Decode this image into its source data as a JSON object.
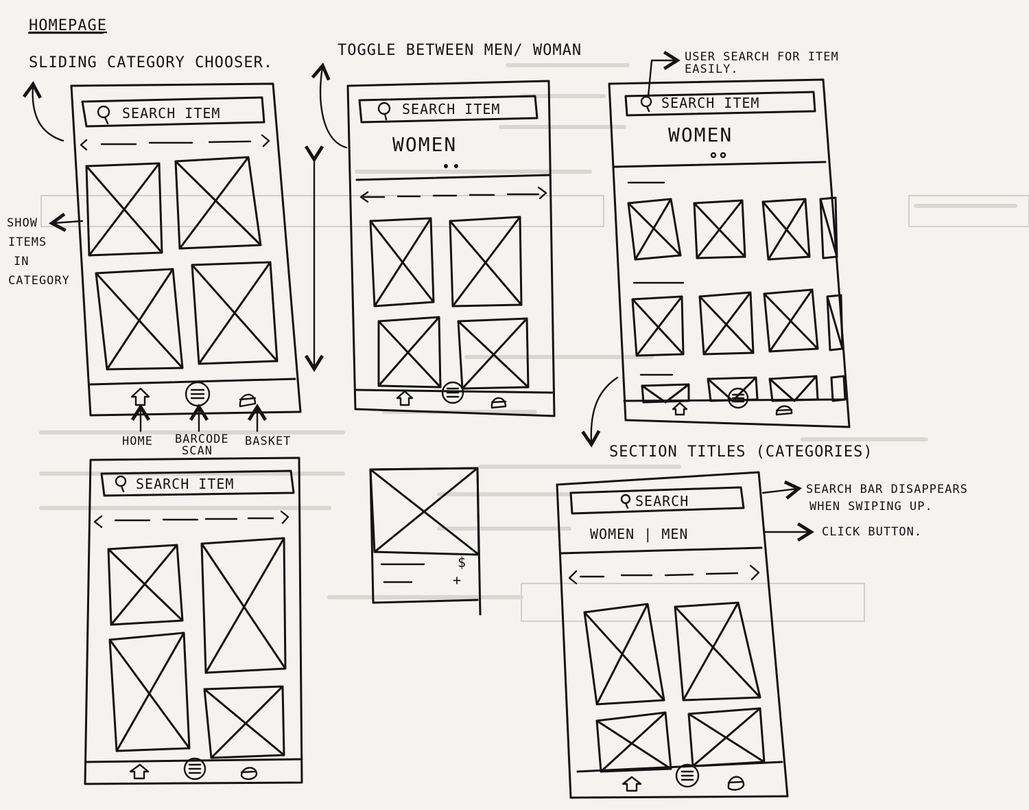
{
  "title": "HOMEPAGE",
  "annotations": {
    "sliding_category": "SLIDING CATEGORY CHOOSER.",
    "toggle": "TOGGLE BETWEEN MEN/ WOMAN",
    "user_search_line1": "USER SEARCH FOR ITEM",
    "user_search_line2": "EASILY.",
    "show_items": [
      "SHOW",
      "ITEMS",
      "IN",
      "CATEGORY"
    ],
    "nav_labels": {
      "home": "HOME",
      "barcode_line1": "BARCODE",
      "barcode_line2": "SCAN",
      "basket": "BASKET"
    },
    "section_titles": "SECTION TITLES (CATEGORIES)",
    "search_disappears_line1": "SEARCH BAR DISAPPEARS",
    "search_disappears_line2": "WHEN SWIPING UP.",
    "click_button": "CLICK BUTTON."
  },
  "wireframes": {
    "search_item": "SEARCH ITEM",
    "search_short": "SEARCH",
    "women": "WOMEN",
    "women_men": "WOMEN | MEN"
  },
  "product_card": {
    "price_symbol": "$",
    "add_symbol": "+"
  },
  "icons": {
    "search": "magnifier",
    "home": "house",
    "barcode": "circle-lines",
    "basket": "bag",
    "arrow": "hand-drawn-arrow"
  },
  "colors": {
    "paper": "#f4f3ef",
    "ink": "#141414"
  }
}
